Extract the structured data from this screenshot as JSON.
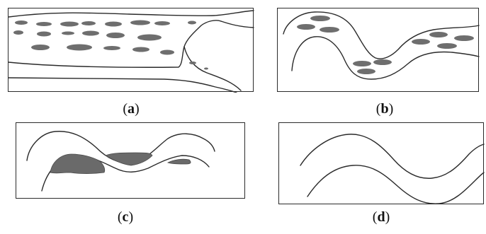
{
  "figure": {
    "panels": [
      {
        "id": "a",
        "caption_open": "(",
        "caption_letter": "a",
        "caption_close": ")"
      },
      {
        "id": "b",
        "caption_open": "(",
        "caption_letter": "b",
        "caption_close": ")"
      },
      {
        "id": "c",
        "caption_open": "(",
        "caption_letter": "c",
        "caption_close": ")"
      },
      {
        "id": "d",
        "caption_open": "(",
        "caption_letter": "d",
        "caption_close": ")"
      }
    ],
    "colors": {
      "frame": "#2b2b2b",
      "line": "#2a2a2a",
      "droplet": "#6e6e6e",
      "film": "#6a6a6a"
    }
  }
}
